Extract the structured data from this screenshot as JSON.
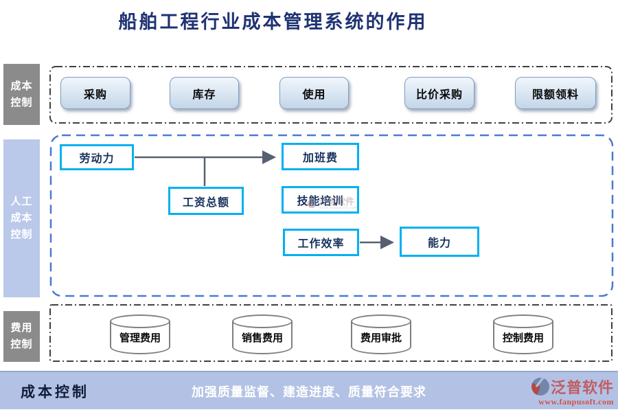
{
  "title": "船舶工程行业成本管理系统的作用",
  "rows": {
    "material": {
      "side_label": "成本\n控制",
      "buttons": [
        "采购",
        "库存",
        "使用",
        "比价采购",
        "限额领料"
      ]
    },
    "labor": {
      "side_label": "人工\n成本\n控制",
      "boxes": {
        "labor": "劳动力",
        "salary_total": "工资总额",
        "overtime_pay": "加班费",
        "skill_training": "技能培训",
        "work_efficiency": "工作效率",
        "ability": "能力"
      }
    },
    "expense": {
      "side_label": "费用\n控制",
      "cylinders": [
        "管理费用",
        "销售费用",
        "费用审批",
        "控制费用"
      ]
    }
  },
  "footer": {
    "left_label": "成本控制",
    "center_text": "加强质量监督、建造进度、质量符合要求",
    "brand_name": "泛普软件",
    "brand_url": "www.fanpusoft.com"
  },
  "watermark": {
    "brand_name": "泛普软件",
    "brand_url": "www.fanpusoft.com"
  },
  "colors": {
    "title_text": "#1f3272",
    "sidebar_gray": "#8b8b8b",
    "sidebar_periwinkle": "#bac8ea",
    "button_border": "#7e9dbf",
    "flow_box_border": "#00b0f0",
    "flow_box_text": "#17325e",
    "container_dash_dark": "#3f3f3f",
    "container_dash_blue": "#4a7ad0",
    "connector_gray": "#566070",
    "cylinder_border": "#7f7f7f",
    "footer_bar": "#b3c2e4",
    "brand_red": "#c05e63"
  }
}
